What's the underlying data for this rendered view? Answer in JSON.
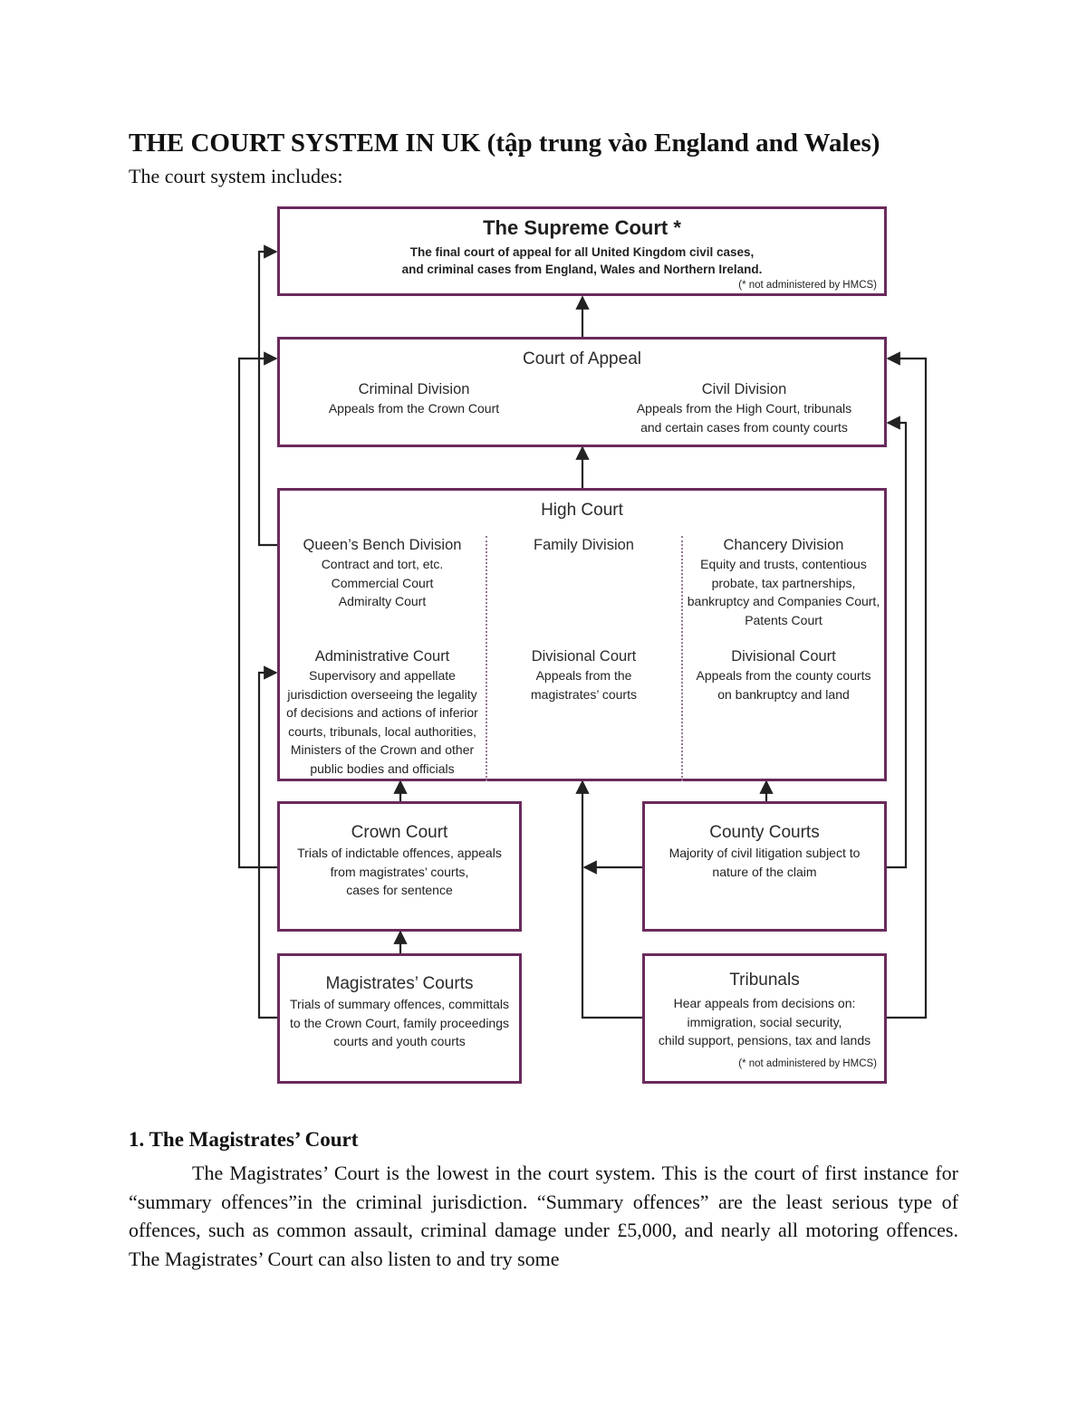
{
  "header": {
    "title": "THE COURT SYSTEM IN UK (tập trung vào England and Wales)",
    "intro": "The court system includes:"
  },
  "diagram": {
    "border_color": "#6b2a5c",
    "supreme": {
      "title": "The Supreme Court *",
      "desc_line1": "The final court of appeal for all United Kingdom civil cases,",
      "desc_line2": "and criminal cases from England, Wales and Northern Ireland.",
      "note": "(* not administered by HMCS)"
    },
    "appeal": {
      "title": "Court of Appeal",
      "criminal_heading": "Criminal Division",
      "criminal_desc": "Appeals from the Crown Court",
      "civil_heading": "Civil Division",
      "civil_line1": "Appeals from the High Court, tribunals",
      "civil_line2": "and certain cases from county courts"
    },
    "high": {
      "title": "High Court",
      "qb_heading": "Queen’s Bench Division",
      "qb_line1": "Contract and tort, etc.",
      "qb_line2": "Commercial Court",
      "qb_line3": "Admiralty Court",
      "family_heading": "Family Division",
      "chancery_heading": "Chancery Division",
      "chancery_line1": "Equity and trusts, contentious",
      "chancery_line2": "probate, tax partnerships,",
      "chancery_line3": "bankruptcy and Companies Court,",
      "chancery_line4": "Patents Court",
      "admin_heading": "Administrative Court",
      "admin_line1": "Supervisory and appellate",
      "admin_line2": "jurisdiction overseeing the legality",
      "admin_line3": "of decisions and actions of inferior",
      "admin_line4": "courts, tribunals, local authorities,",
      "admin_line5": "Ministers of the Crown and other",
      "admin_line6": "public bodies and officials",
      "div_family_heading": "Divisional Court",
      "div_family_line1": "Appeals from the",
      "div_family_line2": "magistrates’ courts",
      "div_chancery_heading": "Divisional Court",
      "div_chancery_line1": "Appeals from the county courts",
      "div_chancery_line2": "on bankruptcy and land"
    },
    "crown": {
      "title": "Crown Court",
      "line1": "Trials of indictable offences, appeals",
      "line2": "from magistrates’ courts,",
      "line3": "cases for sentence"
    },
    "county": {
      "title": "County Courts",
      "line1": "Majority of civil litigation subject to",
      "line2": "nature of the claim"
    },
    "magistrates": {
      "title": "Magistrates’ Courts",
      "line1": "Trials of summary offences, committals",
      "line2": "to the Crown Court, family proceedings",
      "line3": "courts and youth courts"
    },
    "tribunals": {
      "title": "Tribunals",
      "line1": "Hear appeals from decisions on:",
      "line2": "immigration, social security,",
      "line3": "child support, pensions, tax and lands",
      "note": "(* not administered by HMCS)"
    }
  },
  "section1": {
    "heading": "1. The Magistrates’ Court",
    "body": "The Magistrates’ Court is the lowest in the court system. This is the court of first instance for “summary offences”in the criminal jurisdiction. “Summary offences” are the least serious type of offences, such as common assault, criminal damage under £5,000, and nearly all motoring offences. The Magistrates’ Court can also listen to and try some"
  }
}
